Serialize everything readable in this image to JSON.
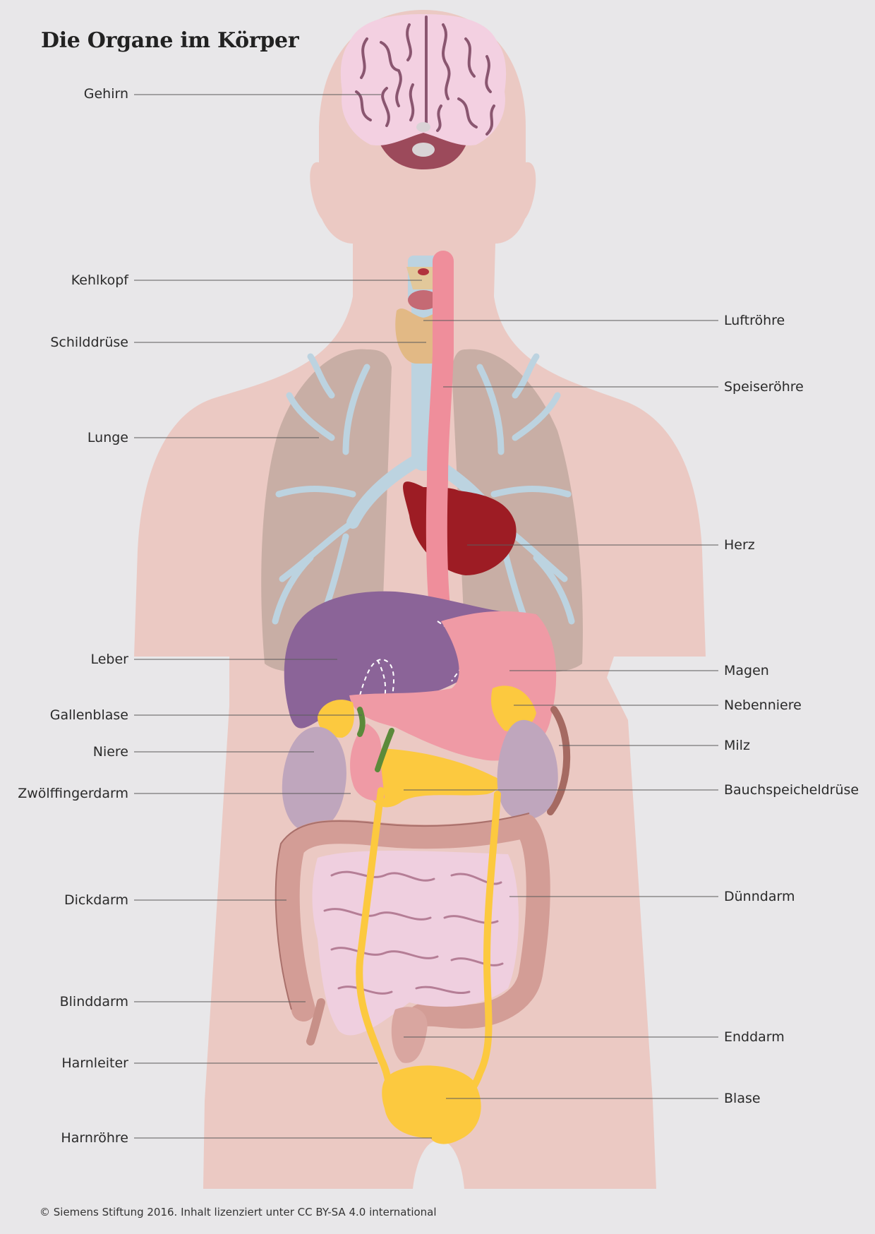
{
  "title": "Die Organe im Körper",
  "footer": "© Siemens Stiftung 2016. Inhalt lizenziert unter CC BY-SA 4.0 international",
  "labels_left": [
    {
      "id": "gehirn",
      "text": "Gehirn"
    },
    {
      "id": "kehlkopf",
      "text": "Kehlkopf"
    },
    {
      "id": "schilddruese",
      "text": "Schilddrüse"
    },
    {
      "id": "lunge",
      "text": "Lunge"
    },
    {
      "id": "leber",
      "text": "Leber"
    },
    {
      "id": "gallenblase",
      "text": "Gallenblase"
    },
    {
      "id": "niere",
      "text": "Niere"
    },
    {
      "id": "zwoelffingerdarm",
      "text": "Zwölffingerdarm"
    },
    {
      "id": "dickdarm",
      "text": "Dickdarm"
    },
    {
      "id": "blinddarm",
      "text": "Blinddarm"
    },
    {
      "id": "harnleiter",
      "text": "Harnleiter"
    },
    {
      "id": "harnroehre",
      "text": "Harnröhre"
    }
  ],
  "labels_right": [
    {
      "id": "luftroehre",
      "text": "Luftröhre"
    },
    {
      "id": "speiseroehre",
      "text": "Speiseröhre"
    },
    {
      "id": "herz",
      "text": "Herz"
    },
    {
      "id": "magen",
      "text": "Magen"
    },
    {
      "id": "nebenniere",
      "text": "Nebenniere"
    },
    {
      "id": "milz",
      "text": "Milz"
    },
    {
      "id": "bauchspeicheldruese",
      "text": "Bauchspeicheldrüse"
    },
    {
      "id": "duenndarm",
      "text": "Dünndarm"
    },
    {
      "id": "enddarm",
      "text": "Enddarm"
    },
    {
      "id": "blase",
      "text": "Blase"
    }
  ],
  "colors": {
    "background": "#e8e7e9",
    "body": "#ebc9c3",
    "brain": "#f3d0e1",
    "brain_lines": "#8a5670",
    "cerebellum": "#9c4a5b",
    "lung": "#c8aea5",
    "airway": "#bcd3e0",
    "heart": "#9d1c24",
    "esophagus": "#ef8e9b",
    "thyroid": "#e2b985",
    "liver": "#8b6498",
    "stomach": "#ef9aa5",
    "kidney": "#bfa6bd",
    "adrenal_pancreas_urinary": "#fcc93f",
    "spleen": "#a56a62",
    "gallbladder": "#5b8a3a",
    "large_intestine": "#d39d96",
    "small_intestine": "#efcfdf",
    "bladder": "#fcc93f"
  }
}
